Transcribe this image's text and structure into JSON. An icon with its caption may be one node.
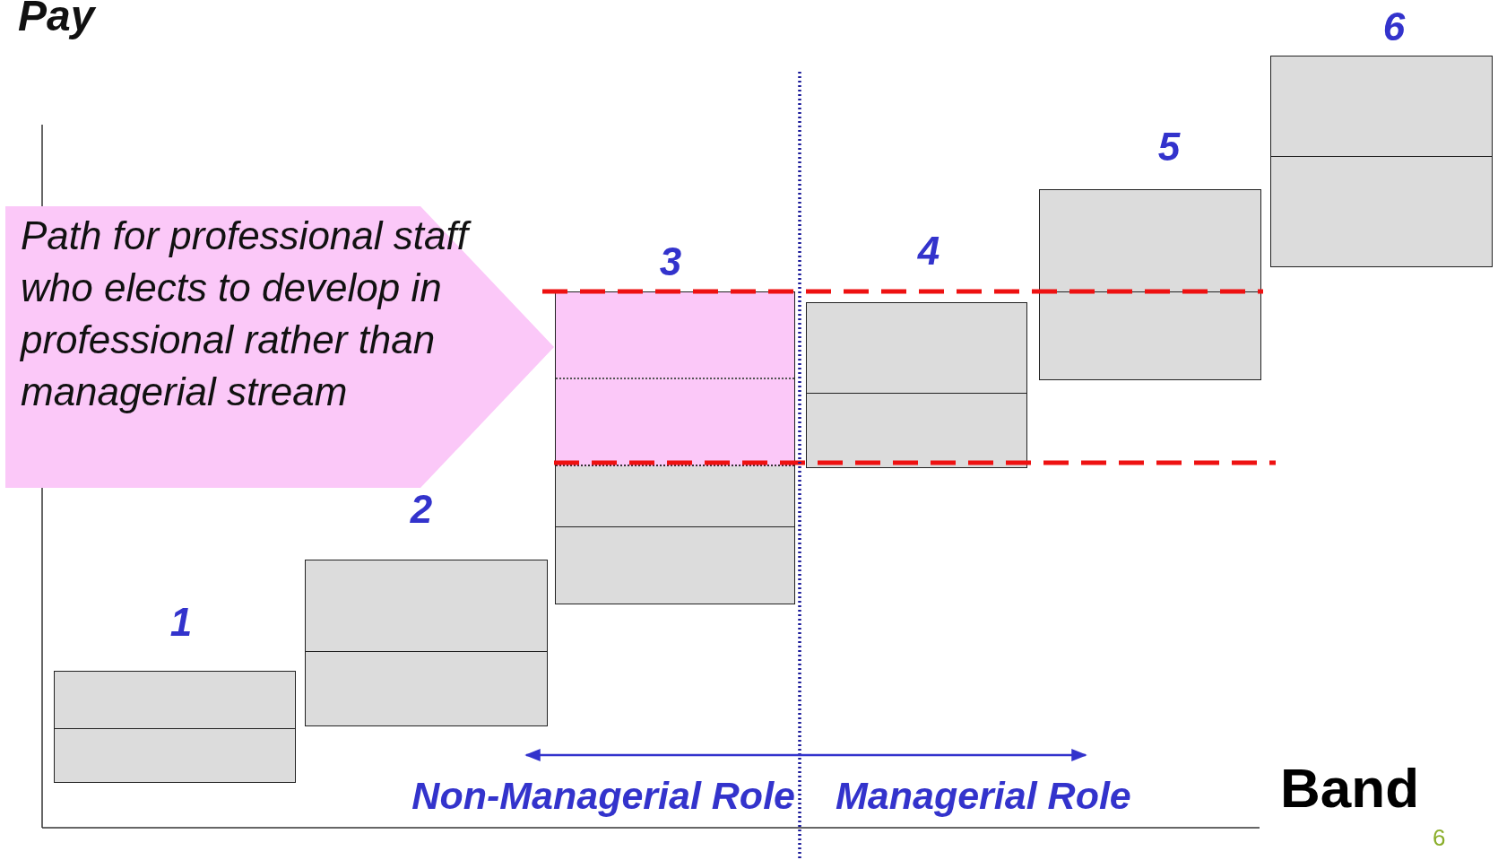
{
  "diagram": {
    "nodes": [
      {
        "text": [
          "Path for professional staff who elects to develop in professional rather than managerial stream"
        ]
      },
      {
        "text": [],
        "shape": "box"
      },
      {
        "text": [],
        "shape": "box"
      },
      {
        "text": [],
        "shape": "box"
      },
      {
        "text": [],
        "shape": "box"
      },
      {
        "text": [],
        "shape": "box"
      },
      {
        "text": [],
        "shape": "box"
      }
    ],
    "labels": [
      "Pay",
      "6",
      "5",
      "3",
      "4",
      "2",
      "1",
      "Non-Managerial Role",
      "Managerial Role",
      "Band",
      "6"
    ]
  }
}
